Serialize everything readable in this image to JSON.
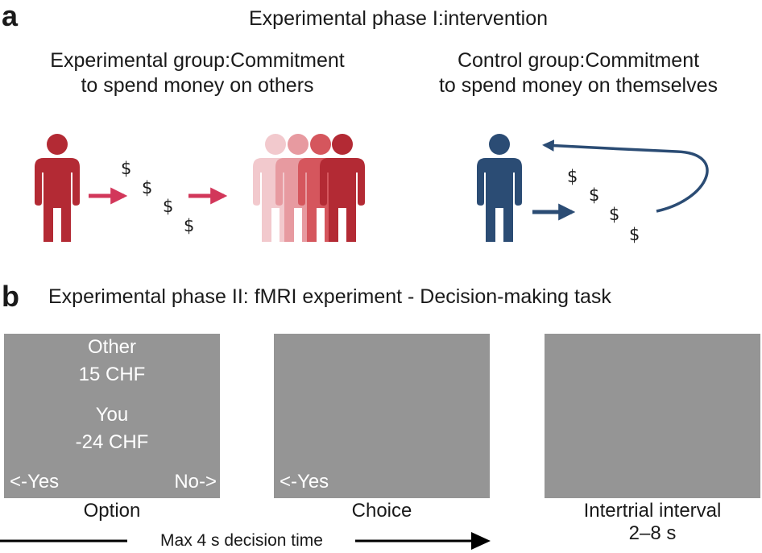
{
  "panel_a": {
    "letter": "a",
    "title": "Experimental phase I:intervention",
    "experimental_group": {
      "title_line1": "Experimental group:Commitment",
      "title_line2": "to spend money on others",
      "person_color": "#b32a34",
      "arrow_color": "#d2375a",
      "crowd_colors": [
        "#f2c9cd",
        "#e79aa0",
        "#d5565d",
        "#b32a34"
      ],
      "dollar_signs": [
        "$",
        "$",
        "$",
        "$"
      ]
    },
    "control_group": {
      "title_line1": "Control group:Commitment",
      "title_line2": "to spend money on themselves",
      "person_color": "#2b4c74",
      "arrow_color": "#2b4c74",
      "dollar_signs": [
        "$",
        "$",
        "$",
        "$"
      ]
    }
  },
  "panel_b": {
    "letter": "b",
    "title": "Experimental phase II: fMRI experiment - Decision-making task",
    "screen_color": "#959595",
    "option_screen": {
      "other_label": "Other",
      "other_amount": "15 CHF",
      "you_label": "You",
      "you_amount": "-24 CHF",
      "yes_key": "<-Yes",
      "no_key": "No->"
    },
    "choice_screen": {
      "yes_key": "<-Yes"
    },
    "labels": {
      "option": "Option",
      "choice": "Choice",
      "intertrial_line1": "Intertrial interval",
      "intertrial_line2": "2–8 s"
    },
    "timeline_label": "Max 4 s decision time"
  }
}
